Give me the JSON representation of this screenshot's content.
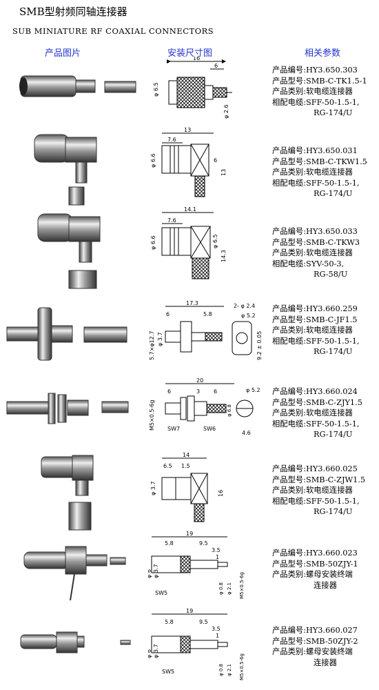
{
  "page": {
    "title": "SMB型射频同轴连接器",
    "subtitle": "SUB MINIATURE RF COAXIAL CONNECTORS",
    "columns": {
      "photo": "产品图片",
      "drawing": "安装尺寸图",
      "params": "相关参数"
    }
  },
  "labels": {
    "code": "产品编号:",
    "model": "产品型号:",
    "category": "产品类别:",
    "cable": "相配电缆:"
  },
  "products": [
    {
      "code": "HY3.650.303",
      "model": "SMB-C-TK1.5-1",
      "category": "软电缆连接器",
      "cable": "SFF-50-1.5-1,",
      "cable2": "RG-174/U",
      "dims": {
        "a": "16",
        "b": "6",
        "c": "φ 6.5",
        "d": "φ 2.6"
      }
    },
    {
      "code": "HY3.650.031",
      "model": "SMB-C-TKW1.5",
      "category": "软电缆连接器",
      "cable": "SFF-50-1.5-1,",
      "cable2": "RG-174/U",
      "dims": {
        "a": "13",
        "b": "7.6",
        "c": "φ 6.6",
        "d": "13",
        "e": "6"
      }
    },
    {
      "code": "HY3.650.033",
      "model": "SMB-C-TKW3",
      "category": "软电缆连接器",
      "cable": "SYV-50-3,",
      "cable2": "RG-58/U",
      "dims": {
        "a": "14.1",
        "b": "7.6",
        "c": "φ 6.6",
        "d": "14.3",
        "e": "φ 6.5"
      }
    },
    {
      "code": "HY3.660.259",
      "model": "SMB-C-JF1.5",
      "category": "软电缆连接器",
      "cable": "SFF-50-1.5-1,",
      "cable2": "RG-174/U",
      "dims": {
        "a": "17.3",
        "b": "6",
        "c": "5.8",
        "d": "2- φ 2.4",
        "e": "φ 5.2",
        "f": "5.7×φ12.7",
        "g": "φ 3.7",
        "h": "9.2 ± 0.05"
      }
    },
    {
      "code": "HY3.660.024",
      "model": "SMB-C-ZJY1.5",
      "category": "软电缆连接器",
      "cable": "SFF-50-1.5-1,",
      "cable2": "RG-174/U",
      "dims": {
        "a": "20",
        "b": "6",
        "c": "3",
        "d": "6",
        "e": "φ 5.2",
        "f": "M5×0.5-6g",
        "g": "SW7",
        "h": "SW6",
        "i": "4.6",
        "j": "φ 6.8"
      }
    },
    {
      "code": "HY3.660.025",
      "model": "SMB-C-ZJW1.5",
      "category": "软电缆连接器",
      "cable": "SFF-50-1.5-1,",
      "cable2": "RG-174/U",
      "dims": {
        "a": "14",
        "b": "6.5",
        "c": "1.5",
        "d": "φ 3.7",
        "e": "16"
      }
    },
    {
      "code": "HY3.660.023",
      "model": "SMB-50ZJY-1",
      "category": "螺母安装终端",
      "category2": "连接器",
      "dims": {
        "a": "19",
        "b": "5.8",
        "c": "9.5",
        "d": "3.5",
        "e": "1",
        "f": "φ 6",
        "g": "φ 3.7",
        "h": "SW5",
        "i": "φ 0.8",
        "j": "φ 2.1",
        "k": "M5×0.5-6g"
      }
    },
    {
      "code": "HY3.660.027",
      "model": "SMB-50ZJY-2",
      "category": "螺母安装终端",
      "category2": "连接器",
      "dims": {
        "a": "19",
        "b": "5.8",
        "c": "9.5",
        "d": "3.5",
        "e": "1",
        "f": "φ 6",
        "g": "φ 3.7",
        "h": "SW5",
        "i": "φ 0.8",
        "j": "φ 2.1",
        "k": "M5×0.5-6g"
      }
    }
  ]
}
